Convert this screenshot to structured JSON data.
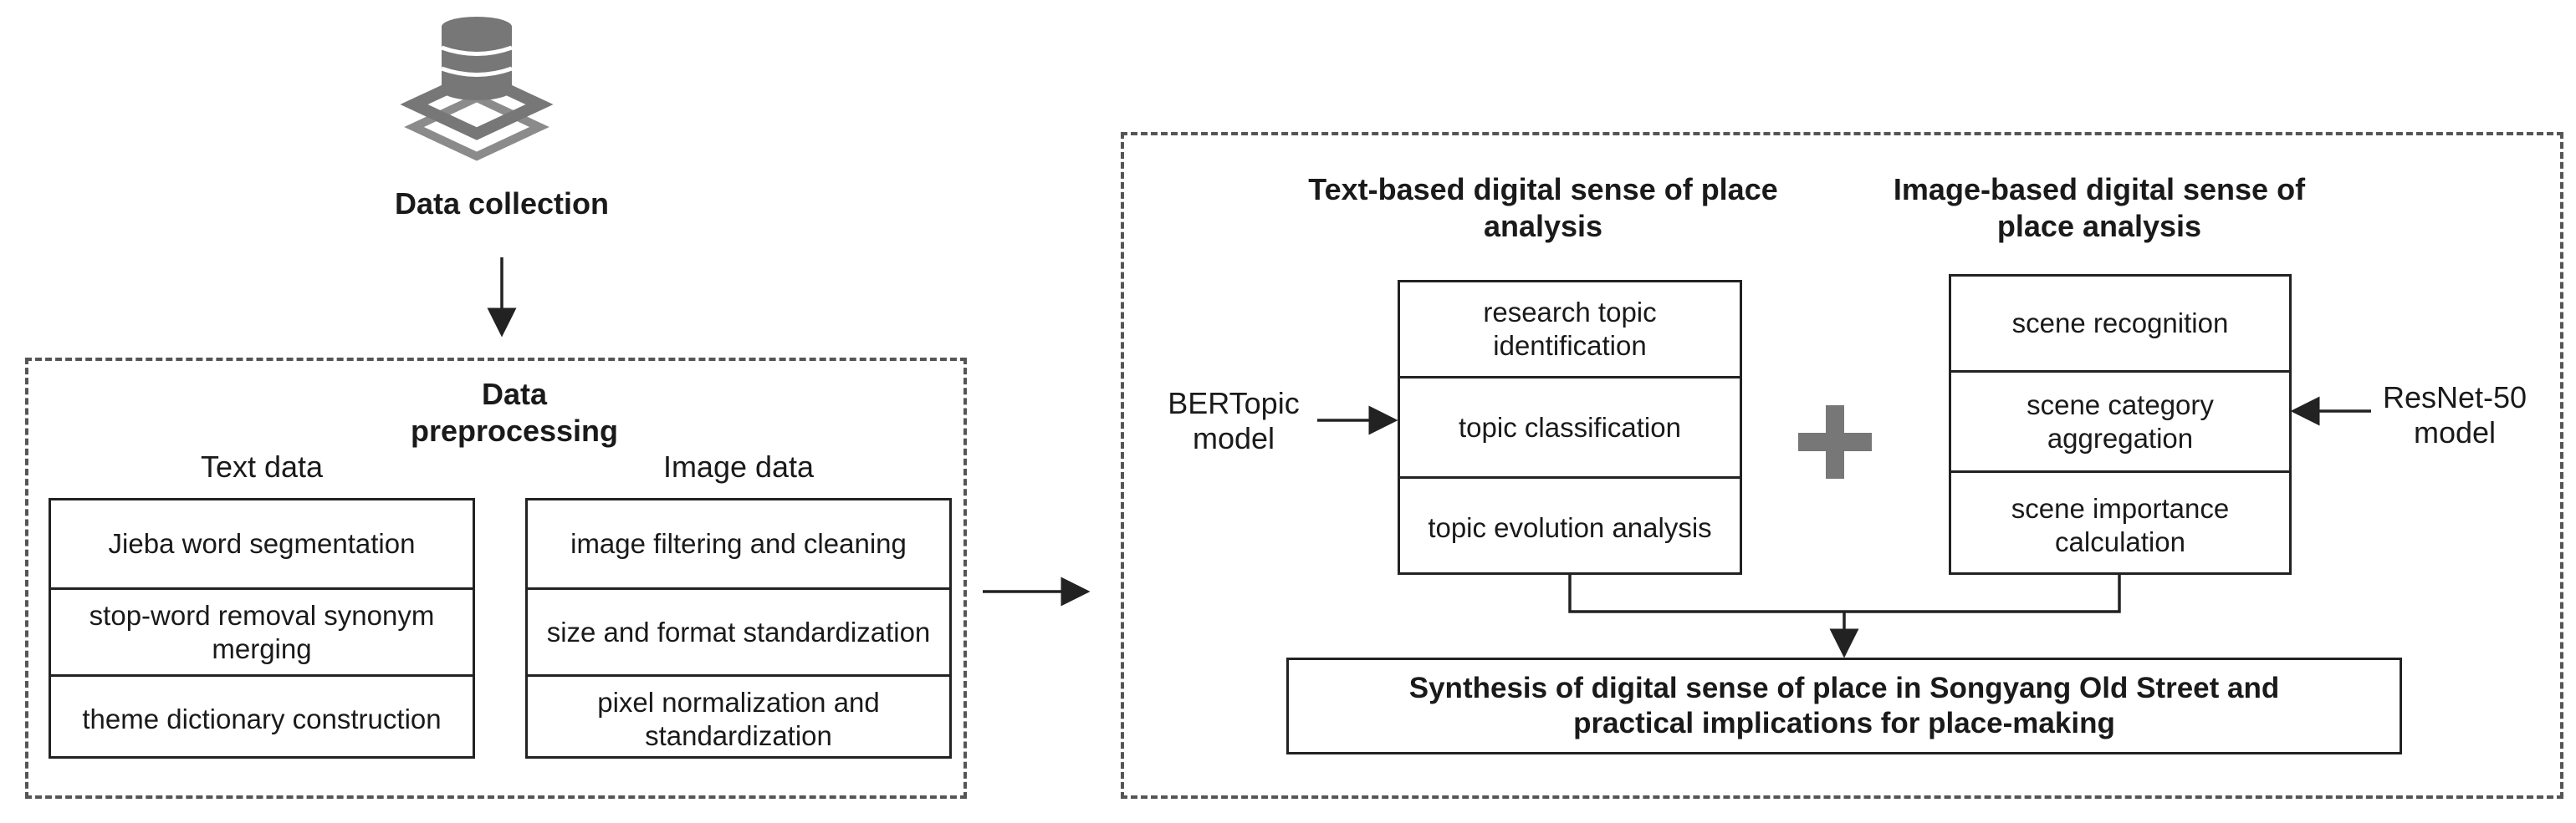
{
  "collection": {
    "label": "Data collection",
    "icon": "database-icon"
  },
  "preprocessing": {
    "title": "Data preprocessing",
    "text_column": {
      "heading": "Text data",
      "items": [
        "Jieba word segmentation",
        "stop-word removal synonym merging",
        "theme dictionary construction"
      ]
    },
    "image_column": {
      "heading": "Image data",
      "items": [
        "image filtering and cleaning",
        "size and format standardization",
        "pixel normalization and standardization"
      ]
    }
  },
  "analysis": {
    "text_branch": {
      "title": "Text-based digital sense of place analysis",
      "model": "BERTopic model",
      "items": [
        "research topic identification",
        "topic classification",
        "topic evolution analysis"
      ]
    },
    "image_branch": {
      "title": "Image-based digital sense of place analysis",
      "model": "ResNet-50 model",
      "items": [
        "scene recognition",
        "scene category aggregation",
        "scene importance calculation"
      ]
    },
    "combine_symbol": "+",
    "synthesis": "Synthesis of digital sense of place in Songyang Old Street and practical implications for place-making"
  },
  "colors": {
    "line": "#222222",
    "dash": "#555555",
    "plus": "#777777",
    "icon": "#777777"
  }
}
